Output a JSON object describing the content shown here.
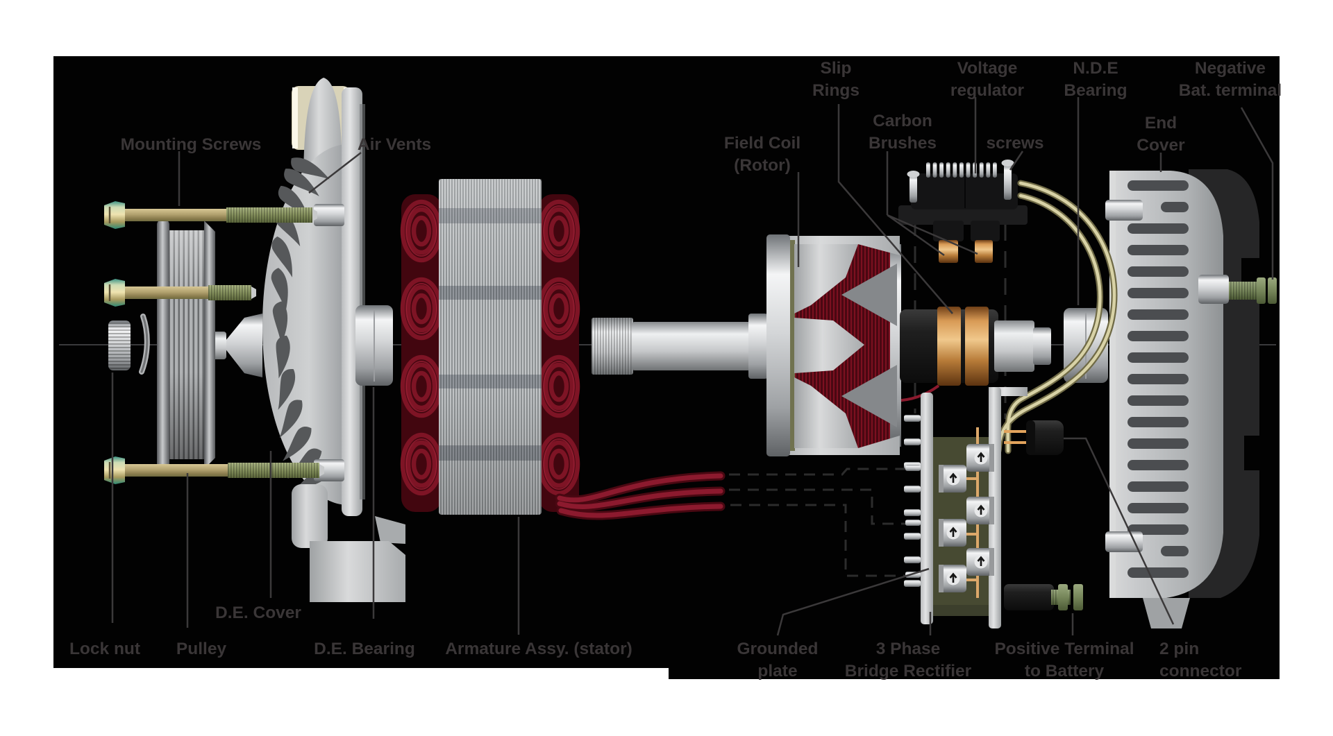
{
  "diagram": {
    "title": "Alternator exploded-view diagram",
    "labels": {
      "mounting_screws": {
        "lines": [
          "Mounting Screws"
        ]
      },
      "air_vents": {
        "lines": [
          "Air Vents"
        ]
      },
      "field_coil": {
        "lines": [
          "Field Coil",
          "(Rotor)"
        ]
      },
      "slip_rings": {
        "lines": [
          "Slip",
          "Rings"
        ]
      },
      "carbon_brushes": {
        "lines": [
          "Carbon",
          "Brushes"
        ]
      },
      "voltage_regulator": {
        "lines": [
          "Voltage",
          "regulator"
        ]
      },
      "screws": {
        "lines": [
          "screws"
        ]
      },
      "nde_bearing": {
        "lines": [
          "N.D.E",
          "Bearing"
        ]
      },
      "end_cover": {
        "lines": [
          "End",
          "Cover"
        ]
      },
      "negative_terminal": {
        "lines": [
          "Negative",
          "Bat. terminal"
        ]
      },
      "lock_nut": {
        "lines": [
          "Lock nut"
        ]
      },
      "pulley": {
        "lines": [
          "Pulley"
        ]
      },
      "de_cover": {
        "lines": [
          "D.E. Cover"
        ]
      },
      "de_bearing": {
        "lines": [
          "D.E. Bearing"
        ]
      },
      "armature": {
        "lines": [
          "Armature Assy. (stator)"
        ]
      },
      "grounded_plate": {
        "lines": [
          "Grounded",
          "plate"
        ]
      },
      "bridge_rectifier": {
        "lines": [
          "3 Phase",
          "Bridge Rectifier"
        ]
      },
      "positive_terminal": {
        "lines": [
          "Positive Terminal",
          "to Battery"
        ]
      },
      "two_pin_connector": {
        "lines": [
          "2 pin",
          "connector"
        ]
      }
    }
  },
  "colors": {
    "panel": "#020202",
    "label": "#3a3637",
    "leader": "#3b393a",
    "dashed": "#2c2c2c",
    "coil_red": "#7e1425",
    "coil_red_dark": "#42060f",
    "copper": "#c98a4b",
    "wire_cream": "#d8d2a6",
    "screw_olive": "#84905c",
    "silver": "#c9cbcd",
    "orange_bus": "#dca86a"
  }
}
